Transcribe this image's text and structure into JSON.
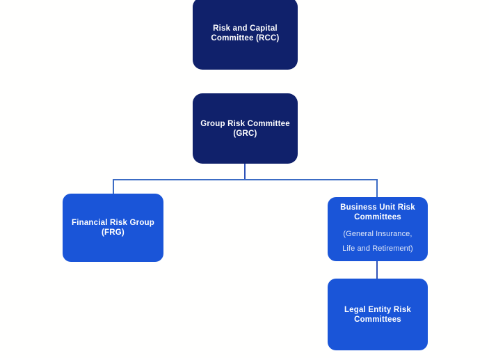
{
  "diagram": {
    "background_color": "#ffffff",
    "palette": {
      "navy": "#10216B",
      "blue": "#1A55D8",
      "connector": "#3C6CC4",
      "connector_dark": "#2E52B8",
      "text": "#ffffff",
      "subtext": "#e3e9f7"
    },
    "nodes": {
      "rcc": {
        "title": "Risk and Capital\nCommittee (RCC)",
        "subtitle": "",
        "color": "#10216B",
        "level": 1
      },
      "grc": {
        "title": "Group Risk Committee\n(GRC)",
        "subtitle": "",
        "color": "#10216B",
        "level": 2
      },
      "frg": {
        "title": "Financial  Risk Group\n(FRG)",
        "subtitle": "",
        "color": "#1A55D8",
        "level": 3
      },
      "burc": {
        "title": "Business  Unit Risk\nCommittees",
        "subtitle": "(General Insurance,\nLife and Retirement)",
        "color": "#1A55D8",
        "level": 3
      },
      "lerc": {
        "title": "Legal Entity Risk\nCommittees",
        "subtitle": "",
        "color": "#1A55D8",
        "level": 4
      }
    },
    "connectors": [
      {
        "name": "grc-to-bus",
        "from": "grc",
        "to": "bus",
        "orientation": "vertical"
      },
      {
        "name": "bus",
        "from": "bus",
        "to": "bus",
        "orientation": "horizontal"
      },
      {
        "name": "bus-to-frg",
        "from": "bus",
        "to": "frg",
        "orientation": "vertical"
      },
      {
        "name": "bus-to-burc",
        "from": "bus",
        "to": "burc",
        "orientation": "vertical"
      },
      {
        "name": "burc-to-lerc",
        "from": "burc",
        "to": "lerc",
        "orientation": "vertical"
      }
    ]
  }
}
